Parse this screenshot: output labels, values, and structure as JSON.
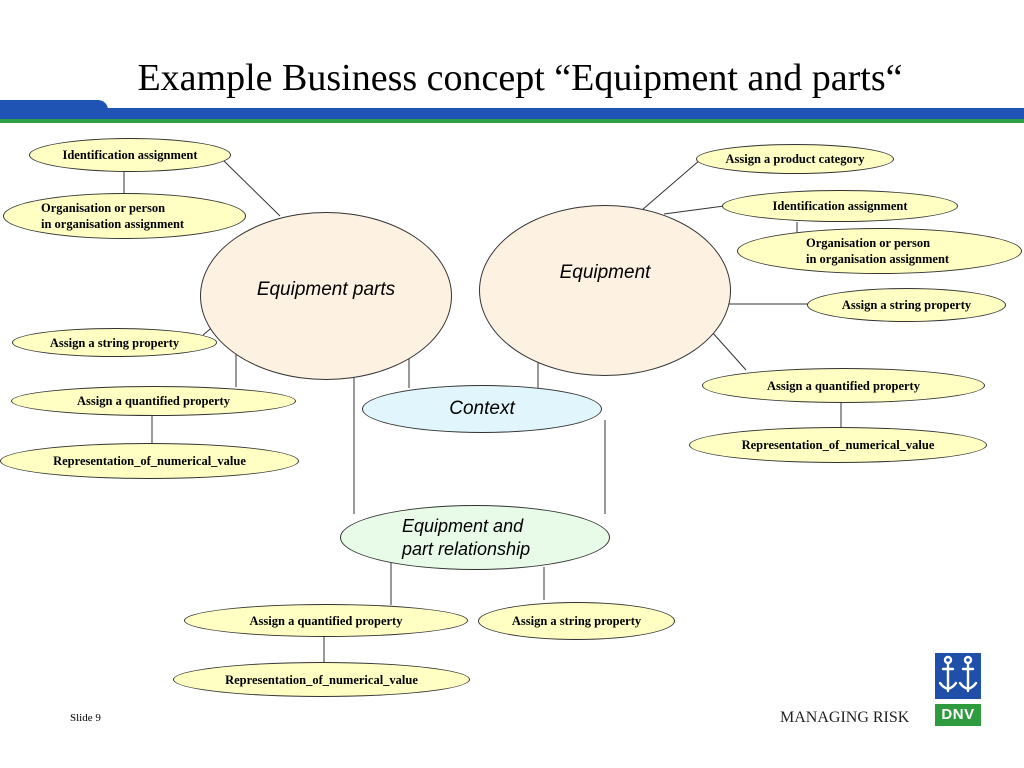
{
  "title": "Example Business concept  “Equipment and parts“",
  "main_nodes": {
    "equipment_parts": "Equipment parts",
    "equipment": "Equipment",
    "context": "Context",
    "relationship": "Equipment and part relationship"
  },
  "left_nodes": {
    "identification": "Identification assignment",
    "org_line1": "Organisation or person",
    "org_line2": "in organisation assignment",
    "string_property": "Assign a string property",
    "quantified_property": "Assign a quantified property",
    "representation": "Representation_of_numerical_value"
  },
  "right_nodes": {
    "product_category": "Assign a product category",
    "identification": "Identification assignment",
    "org_line1": "Organisation or person",
    "org_line2": "in organisation assignment",
    "string_property": "Assign a string property",
    "quantified_property": "Assign a quantified property",
    "representation": "Representation_of_numerical_value"
  },
  "bottom_nodes": {
    "quantified_property": "Assign a quantified property",
    "string_property": "Assign a string property",
    "representation": "Representation_of_numerical_value"
  },
  "footer": {
    "slide_label": "Slide 9",
    "brand": "MANAGING RISK",
    "logo_text": "DNV"
  },
  "colors": {
    "bar_blue": "#1f53b4",
    "bar_green": "#2ea043",
    "small_node_fill": "#ffffc4",
    "entity_fill": "#fdf1e2",
    "context_fill": "#e1f5fd",
    "relationship_fill": "#e8fbe8"
  }
}
